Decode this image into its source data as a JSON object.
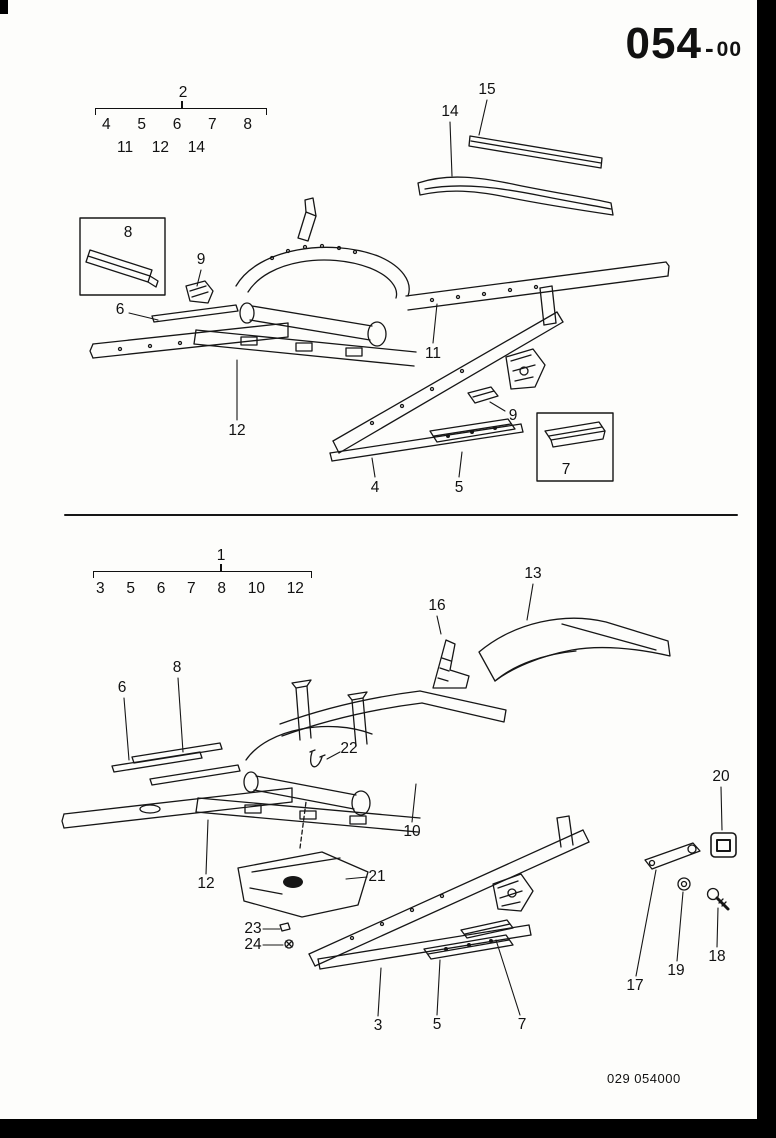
{
  "page": {
    "header_code": "054",
    "header_dash": "-",
    "header_sub": "00",
    "footer_code": "029  054000"
  },
  "top_section": {
    "group": {
      "label": "2",
      "row1": [
        "4",
        "5",
        "6",
        "7",
        "8"
      ],
      "row2": [
        "11",
        "12",
        "14"
      ]
    },
    "callouts": {
      "n14": "14",
      "n15": "15",
      "n8": "8",
      "n9_left": "9",
      "n6": "6",
      "n12": "12",
      "n11": "11",
      "n9_right": "9",
      "n4": "4",
      "n5": "5",
      "n7": "7"
    }
  },
  "bottom_section": {
    "group": {
      "label": "1",
      "row1": [
        "3",
        "5",
        "6",
        "7",
        "8",
        "10",
        "12"
      ]
    },
    "callouts": {
      "n16": "16",
      "n13": "13",
      "n6": "6",
      "n8": "8",
      "n22": "22",
      "n10": "10",
      "n12": "12",
      "n21": "21",
      "n23": "23",
      "n24": "24",
      "n3": "3",
      "n5": "5",
      "n7": "7",
      "n17": "17",
      "n19": "19",
      "n18": "18",
      "n20": "20"
    }
  }
}
